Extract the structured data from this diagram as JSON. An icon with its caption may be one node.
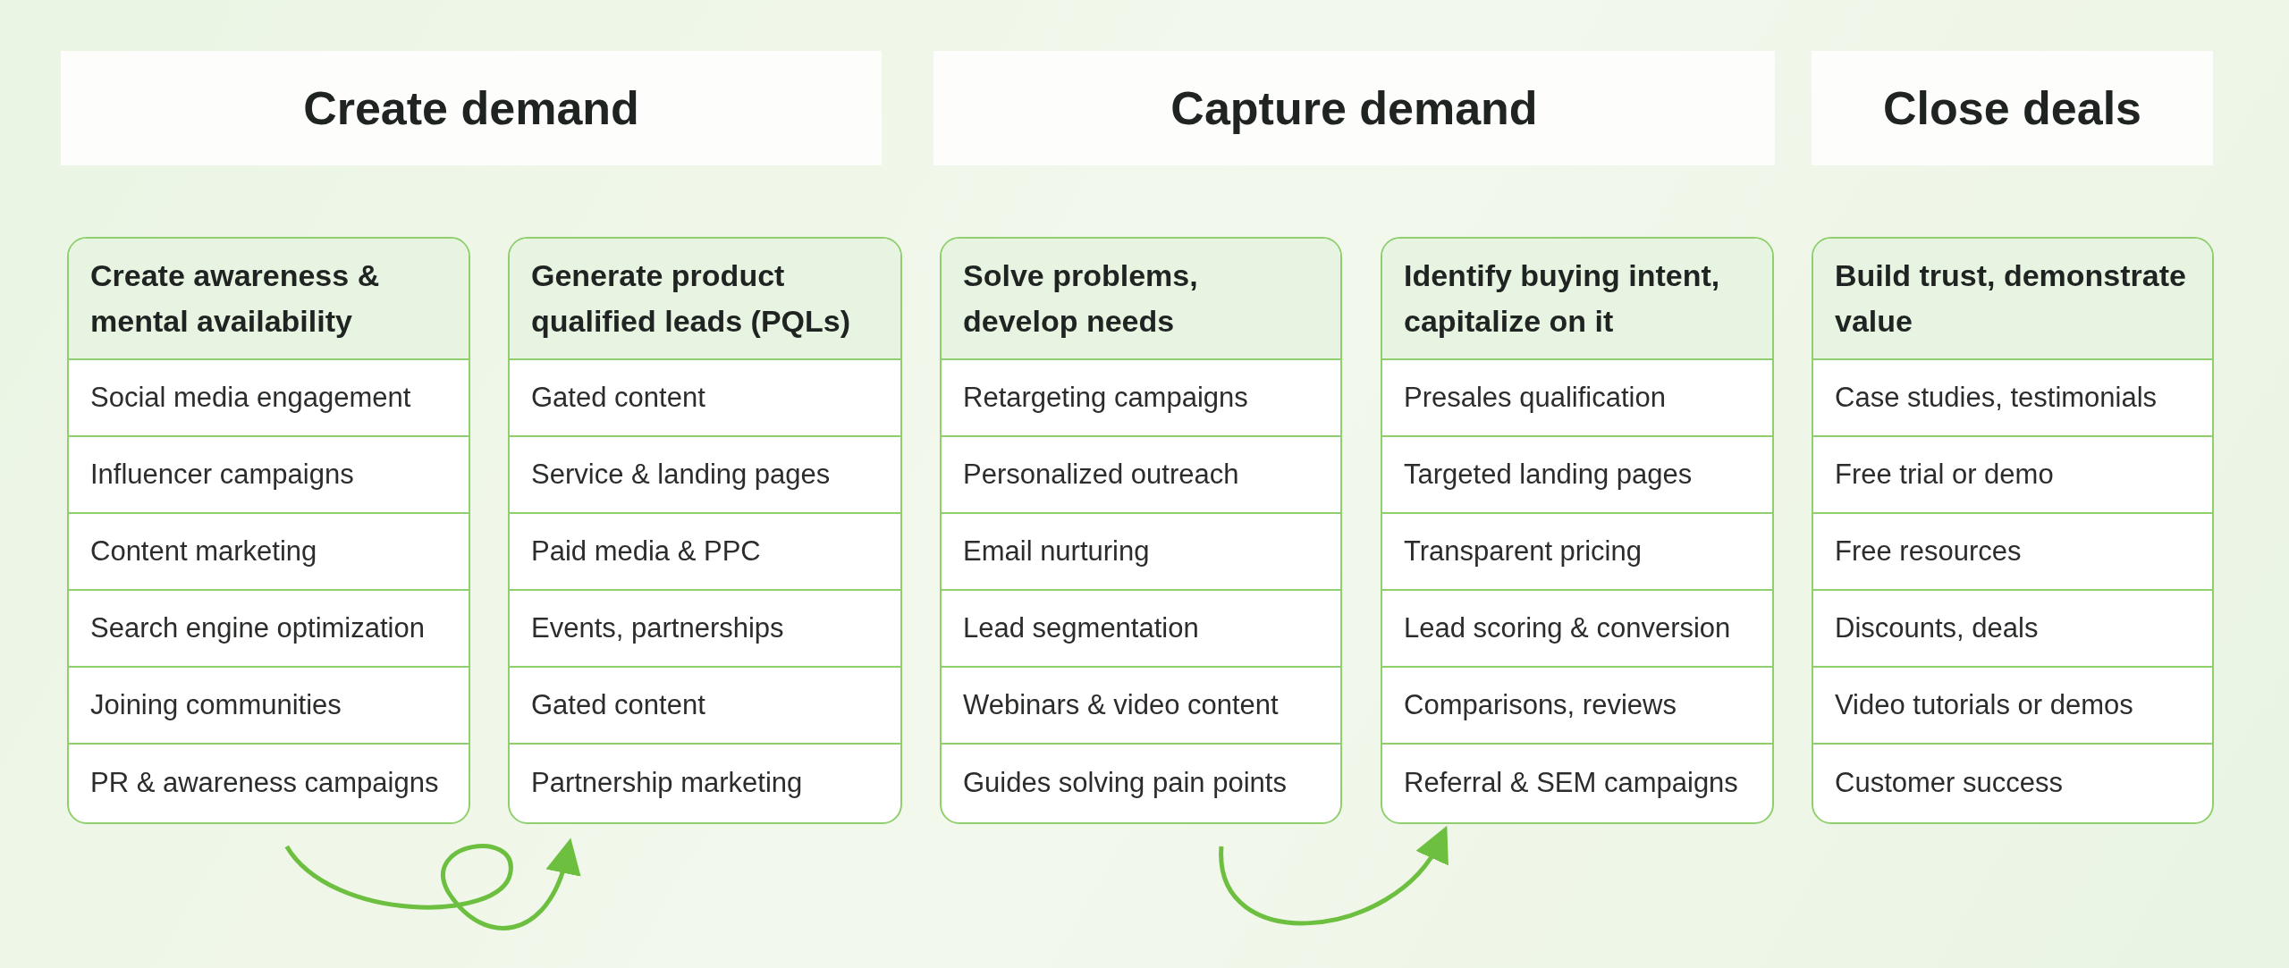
{
  "diagram": {
    "nodes": [
      {
        "text": [
          "Create demand"
        ]
      },
      {
        "text": [
          "Capture demand"
        ]
      },
      {
        "text": [
          "Close deals"
        ]
      },
      {
        "text": [
          "Create awareness & mental availability"
        ]
      },
      {
        "text": [
          "Social media engagement"
        ],
        "in": 3
      },
      {
        "text": [
          "Influencer campaigns"
        ],
        "in": 3
      },
      {
        "text": [
          "Content marketing"
        ],
        "in": 3
      },
      {
        "text": [
          "Search engine optimization"
        ],
        "in": 3
      },
      {
        "text": [
          "Joining communities"
        ],
        "in": 3
      },
      {
        "text": [
          "PR & awareness campaigns"
        ],
        "in": 3
      },
      {
        "text": [
          "Generate product qualified leads (PQLs)"
        ]
      },
      {
        "text": [
          "Gated content"
        ],
        "in": 10
      },
      {
        "text": [
          "Service & landing pages"
        ],
        "in": 10
      },
      {
        "text": [
          "Paid media & PPC"
        ],
        "in": 10
      },
      {
        "text": [
          "Events, partnerships"
        ],
        "in": 10
      },
      {
        "text": [
          "Gated content"
        ],
        "in": 10
      },
      {
        "text": [
          "Partnership marketing"
        ],
        "in": 10
      },
      {
        "text": [
          "Solve problems, develop needs"
        ]
      },
      {
        "text": [
          "Retargeting campaigns"
        ],
        "in": 17
      },
      {
        "text": [
          "Personalized outreach"
        ],
        "in": 17
      },
      {
        "text": [
          "Email nurturing"
        ],
        "in": 17
      },
      {
        "text": [
          "Lead segmentation"
        ],
        "in": 17
      },
      {
        "text": [
          "Webinars & video content"
        ],
        "in": 17
      },
      {
        "text": [
          "Guides solving pain points"
        ],
        "in": 17
      },
      {
        "text": [
          "Identify buying intent, capitalize on it"
        ]
      },
      {
        "text": [
          "Presales qualification"
        ],
        "in": 24
      },
      {
        "text": [
          "Targeted landing pages"
        ],
        "in": 24
      },
      {
        "text": [
          "Transparent pricing"
        ],
        "in": 24
      },
      {
        "text": [
          "Lead scoring & conversion"
        ],
        "in": 24
      },
      {
        "text": [
          "Comparisons, reviews"
        ],
        "in": 24
      },
      {
        "text": [
          "Referral & SEM campaigns"
        ],
        "in": 24
      },
      {
        "text": [
          "Build trust, demonstrate value"
        ]
      },
      {
        "text": [
          "Case studies, testimonials"
        ],
        "in": 31
      },
      {
        "text": [
          "Free trial or demo"
        ],
        "in": 31
      },
      {
        "text": [
          "Free resources"
        ],
        "in": 31
      },
      {
        "text": [
          "Discounts, deals"
        ],
        "in": 31
      },
      {
        "text": [
          "Video tutorials or demos"
        ],
        "in": 31
      },
      {
        "text": [
          "Customer success"
        ],
        "in": 31
      }
    ],
    "edges": [
      {
        "from": 3,
        "to": 10,
        "arrow": "to"
      },
      {
        "from": 17,
        "to": 24,
        "arrow": "to"
      }
    ]
  }
}
